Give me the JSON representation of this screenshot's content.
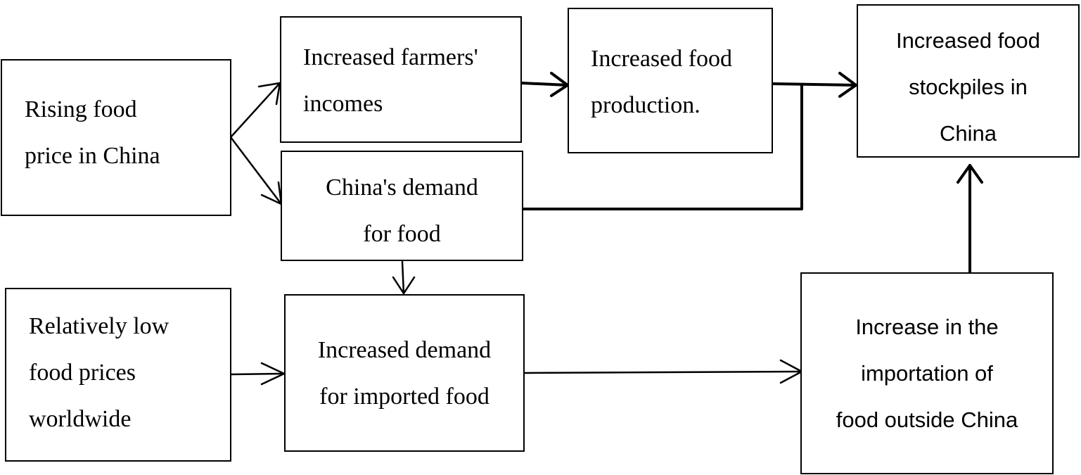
{
  "nodes": {
    "rising_price": {
      "lines": [
        "Rising food",
        "price in China"
      ]
    },
    "farmer_incomes": {
      "lines": [
        "Increased farmers'",
        "incomes"
      ]
    },
    "food_production": {
      "lines": [
        "Increased food",
        "production."
      ]
    },
    "stockpiles": {
      "lines": [
        "Increased food",
        "stockpiles in",
        "China"
      ]
    },
    "china_demand": {
      "lines": [
        "China's demand",
        "for food"
      ]
    },
    "low_prices": {
      "lines": [
        "Relatively low",
        "food prices",
        "worldwide"
      ]
    },
    "imported_demand": {
      "lines": [
        "Increased demand",
        "for imported food"
      ]
    },
    "importation": {
      "lines": [
        "Increase in the",
        "importation of",
        "food outside China"
      ]
    }
  },
  "colors": {
    "stroke": "#000000",
    "background": "#ffffff"
  }
}
